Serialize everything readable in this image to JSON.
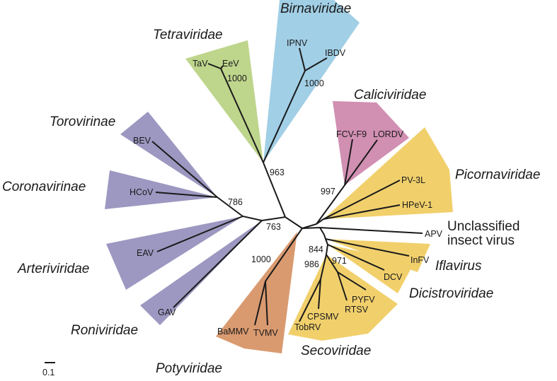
{
  "colors": {
    "purple": "#9c98c1",
    "green": "#bed58c",
    "blue": "#a1cfe6",
    "pink": "#d18fb2",
    "yellow": "#f1d06c",
    "orange": "#da9a70"
  },
  "families": {
    "birnaviridae": "Birnaviridae",
    "tetraviridae": "Tetraviridae",
    "caliciviridae": "Caliciviridae",
    "torovirinae": "Torovirinae",
    "coronavirinae": "Coronavirinae",
    "picornaviridae": "Picornaviridae",
    "unclassified_1": "Unclassified",
    "unclassified_2": "insect virus",
    "arteriviridae": "Arteriviridae",
    "iflavirus": "Iflavirus",
    "dicistroviridae": "Dicistroviridae",
    "roniviridae": "Roniviridae",
    "secoviridae": "Secoviridae",
    "potyviridae": "Potyviridae"
  },
  "taxa": {
    "TaV": "TaV",
    "EeV": "EeV",
    "IPNV": "IPNV",
    "IBDV": "IBDV",
    "FCV": "FCV-F9",
    "LORDV": "LORDV",
    "BEV": "BEV",
    "HCoV": "HCoV",
    "PV": "PV-3L",
    "HPeV": "HPeV-1",
    "APV": "APV",
    "EAV": "EAV",
    "InFV": "InFV",
    "DCV": "DCV",
    "GAV": "GAV",
    "PYFV": "PYFV",
    "RTSV": "RTSV",
    "CPSMV": "CPSMV",
    "TobRV": "TobRV",
    "BaMMV": "BaMMV",
    "TVMV": "TVMV"
  },
  "bootstrap": {
    "tetra": "1000",
    "birna": "1000",
    "n963": "963",
    "n997": "997",
    "n786": "786",
    "n763": "763",
    "poty": "1000",
    "n844": "844",
    "n986": "986",
    "n971": "971"
  },
  "scale_bar": "0.1"
}
